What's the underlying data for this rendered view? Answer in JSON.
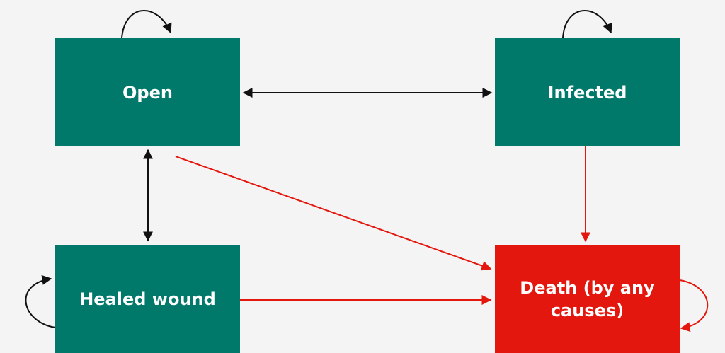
{
  "states": {
    "open": {
      "label": "Open",
      "color": "#00796b"
    },
    "infected": {
      "label": "Infected",
      "color": "#00796b"
    },
    "healed": {
      "label": "Healed wound",
      "color": "#00796b"
    },
    "death": {
      "label": "Death (by any causes)",
      "color": "#e3170d"
    }
  },
  "transitions": [
    {
      "from": "open",
      "to": "open",
      "kind": "self-loop",
      "color": "#000000"
    },
    {
      "from": "infected",
      "to": "infected",
      "kind": "self-loop",
      "color": "#000000"
    },
    {
      "from": "healed",
      "to": "healed",
      "kind": "self-loop",
      "color": "#000000"
    },
    {
      "from": "death",
      "to": "death",
      "kind": "self-loop",
      "color": "#e3170d"
    },
    {
      "from": "open",
      "to": "infected",
      "kind": "bidirectional",
      "color": "#000000"
    },
    {
      "from": "open",
      "to": "healed",
      "kind": "bidirectional",
      "color": "#000000"
    },
    {
      "from": "infected",
      "to": "death",
      "kind": "one-way",
      "color": "#e3170d"
    },
    {
      "from": "open",
      "to": "death",
      "kind": "one-way",
      "color": "#e3170d"
    },
    {
      "from": "healed",
      "to": "death",
      "kind": "one-way",
      "color": "#e3170d"
    }
  ]
}
